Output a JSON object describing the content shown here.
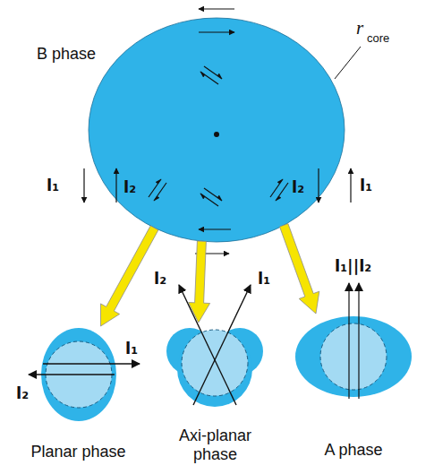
{
  "diagram": {
    "nodes": [
      {
        "text": [
          "B phase"
        ]
      },
      {
        "text": [
          "Planar phase"
        ]
      },
      {
        "text": [
          "Axi-planar phase"
        ]
      },
      {
        "text": [
          "A phase"
        ]
      }
    ],
    "edges": [
      {
        "from": 0,
        "to": 1,
        "arrow": "to"
      },
      {
        "from": 0,
        "to": 2,
        "arrow": "to"
      },
      {
        "from": 0,
        "to": 3,
        "arrow": "to"
      }
    ],
    "labels": [
      "r",
      "core",
      "l₁",
      "l₂",
      "l₂",
      "l₁",
      "l₁",
      "l₂",
      "l₂",
      "l₁",
      "l₁||l₂"
    ]
  }
}
